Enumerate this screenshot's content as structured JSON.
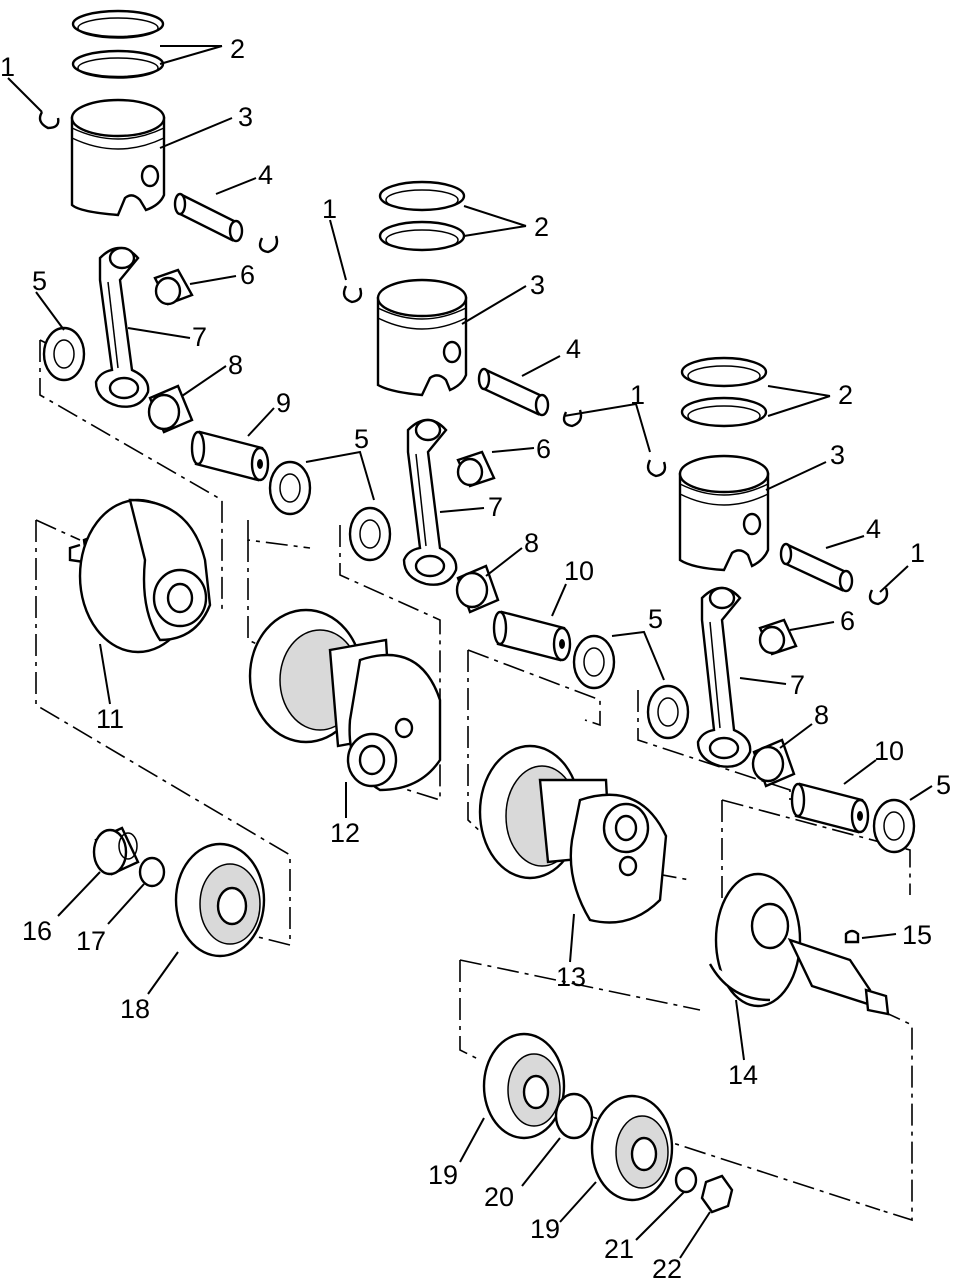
{
  "diagram": {
    "labels": [
      {
        "id": "l1a",
        "text": "1"
      },
      {
        "id": "l2a",
        "text": "2"
      },
      {
        "id": "l3a",
        "text": "3"
      },
      {
        "id": "l4a",
        "text": "4"
      },
      {
        "id": "l5a",
        "text": "5"
      },
      {
        "id": "l6a",
        "text": "6"
      },
      {
        "id": "l7a",
        "text": "7"
      },
      {
        "id": "l8a",
        "text": "8"
      },
      {
        "id": "l9",
        "text": "9"
      },
      {
        "id": "l1b",
        "text": "1"
      },
      {
        "id": "l2b",
        "text": "2"
      },
      {
        "id": "l3b",
        "text": "3"
      },
      {
        "id": "l4b",
        "text": "4"
      },
      {
        "id": "l5b",
        "text": "5"
      },
      {
        "id": "l6b",
        "text": "6"
      },
      {
        "id": "l7b",
        "text": "7"
      },
      {
        "id": "l8b",
        "text": "8"
      },
      {
        "id": "l10a",
        "text": "10"
      },
      {
        "id": "l1c",
        "text": "1"
      },
      {
        "id": "l2c",
        "text": "2"
      },
      {
        "id": "l3c",
        "text": "3"
      },
      {
        "id": "l4c",
        "text": "4"
      },
      {
        "id": "l1d",
        "text": "1"
      },
      {
        "id": "l5c",
        "text": "5"
      },
      {
        "id": "l6c",
        "text": "6"
      },
      {
        "id": "l7c",
        "text": "7"
      },
      {
        "id": "l8c",
        "text": "8"
      },
      {
        "id": "l10b",
        "text": "10"
      },
      {
        "id": "l5d",
        "text": "5"
      },
      {
        "id": "l11",
        "text": "11"
      },
      {
        "id": "l12",
        "text": "12"
      },
      {
        "id": "l13",
        "text": "13"
      },
      {
        "id": "l14",
        "text": "14"
      },
      {
        "id": "l15",
        "text": "15"
      },
      {
        "id": "l16",
        "text": "16"
      },
      {
        "id": "l17",
        "text": "17"
      },
      {
        "id": "l18",
        "text": "18"
      },
      {
        "id": "l19a",
        "text": "19"
      },
      {
        "id": "l20",
        "text": "20"
      },
      {
        "id": "l19b",
        "text": "19"
      },
      {
        "id": "l21",
        "text": "21"
      },
      {
        "id": "l22",
        "text": "22"
      }
    ]
  }
}
